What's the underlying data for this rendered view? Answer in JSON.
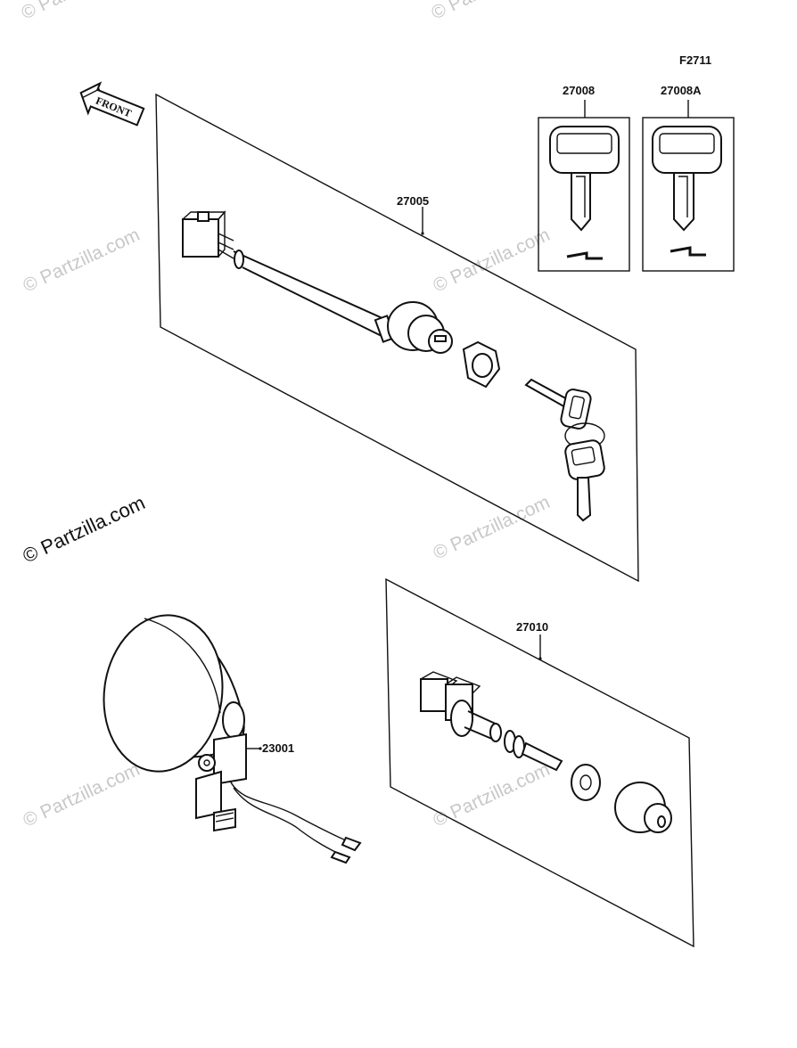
{
  "diagram": {
    "figure_code": "F2711",
    "front_label": "FRONT",
    "parts": {
      "ignition_switch": "27005",
      "key_blank": "27008",
      "key_blank_alt": "27008A",
      "switch_assembly": "27010",
      "headlamp": "23001"
    }
  },
  "watermarks": {
    "text": "© Partzilla.com",
    "prominent": "© Partzilla.com"
  }
}
